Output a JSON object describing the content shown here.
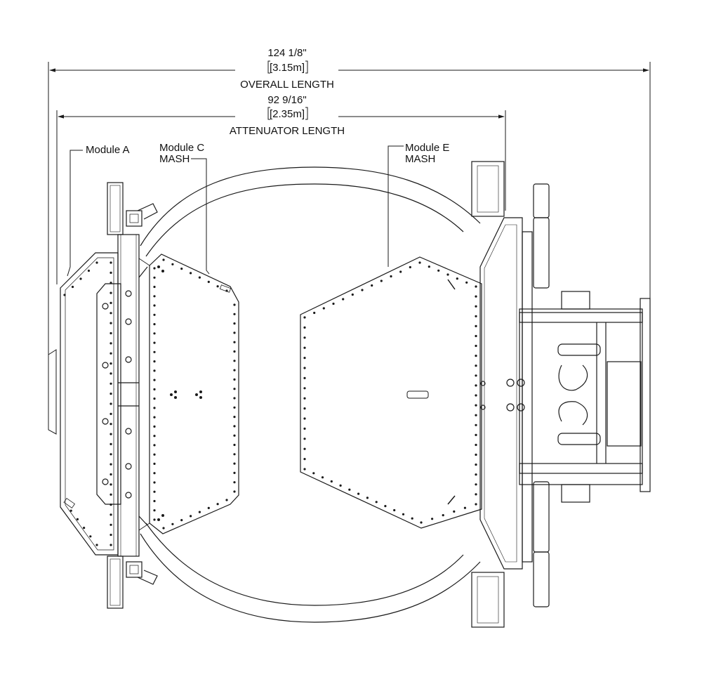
{
  "dimensions": {
    "overall": {
      "imperial": "124 1/8\"",
      "metric": "[3.15m]",
      "label": "OVERALL LENGTH"
    },
    "attenuator": {
      "imperial": "92 9/16\"",
      "metric": "[2.35m]",
      "label": "ATTENUATOR LENGTH"
    }
  },
  "callouts": {
    "module_a": {
      "line1": "Module A"
    },
    "module_c": {
      "line1": "Module C",
      "line2": "MASH"
    },
    "module_e": {
      "line1": "Module E",
      "line2": "MASH"
    }
  },
  "colors": {
    "line": "#1a1a1a",
    "background": "#ffffff"
  }
}
